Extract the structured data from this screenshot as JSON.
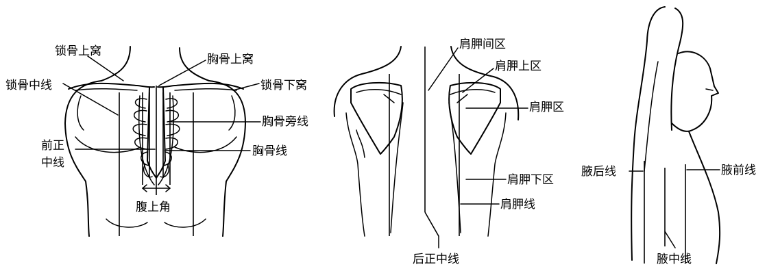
{
  "anterior_labels": {
    "supraclavicular_fossa": "锁骨上窝",
    "suprasternal_fossa": "胸骨上窝",
    "midclavicular_line": "锁骨中线",
    "infraclavicular_fossa": "锁骨下窝",
    "parasternal_line": "胸骨旁线",
    "anterior_midline_1": "前正",
    "anterior_midline_2": "中线",
    "sternal_line": "胸骨线",
    "infrasternal_angle": "腹上角"
  },
  "posterior_labels": {
    "interscapular_region": "肩胛间区",
    "suprascapular_region": "肩胛上区",
    "scapular_region": "肩胛区",
    "infrascapular_region": "肩胛下区",
    "scapular_line": "肩胛线",
    "posterior_midline": "后正中线"
  },
  "lateral_labels": {
    "posterior_axillary_line": "腋后线",
    "anterior_axillary_line": "腋前线",
    "midaxillary_line": "腋中线"
  },
  "colors": {
    "ink": "#000000",
    "background": "#ffffff"
  }
}
